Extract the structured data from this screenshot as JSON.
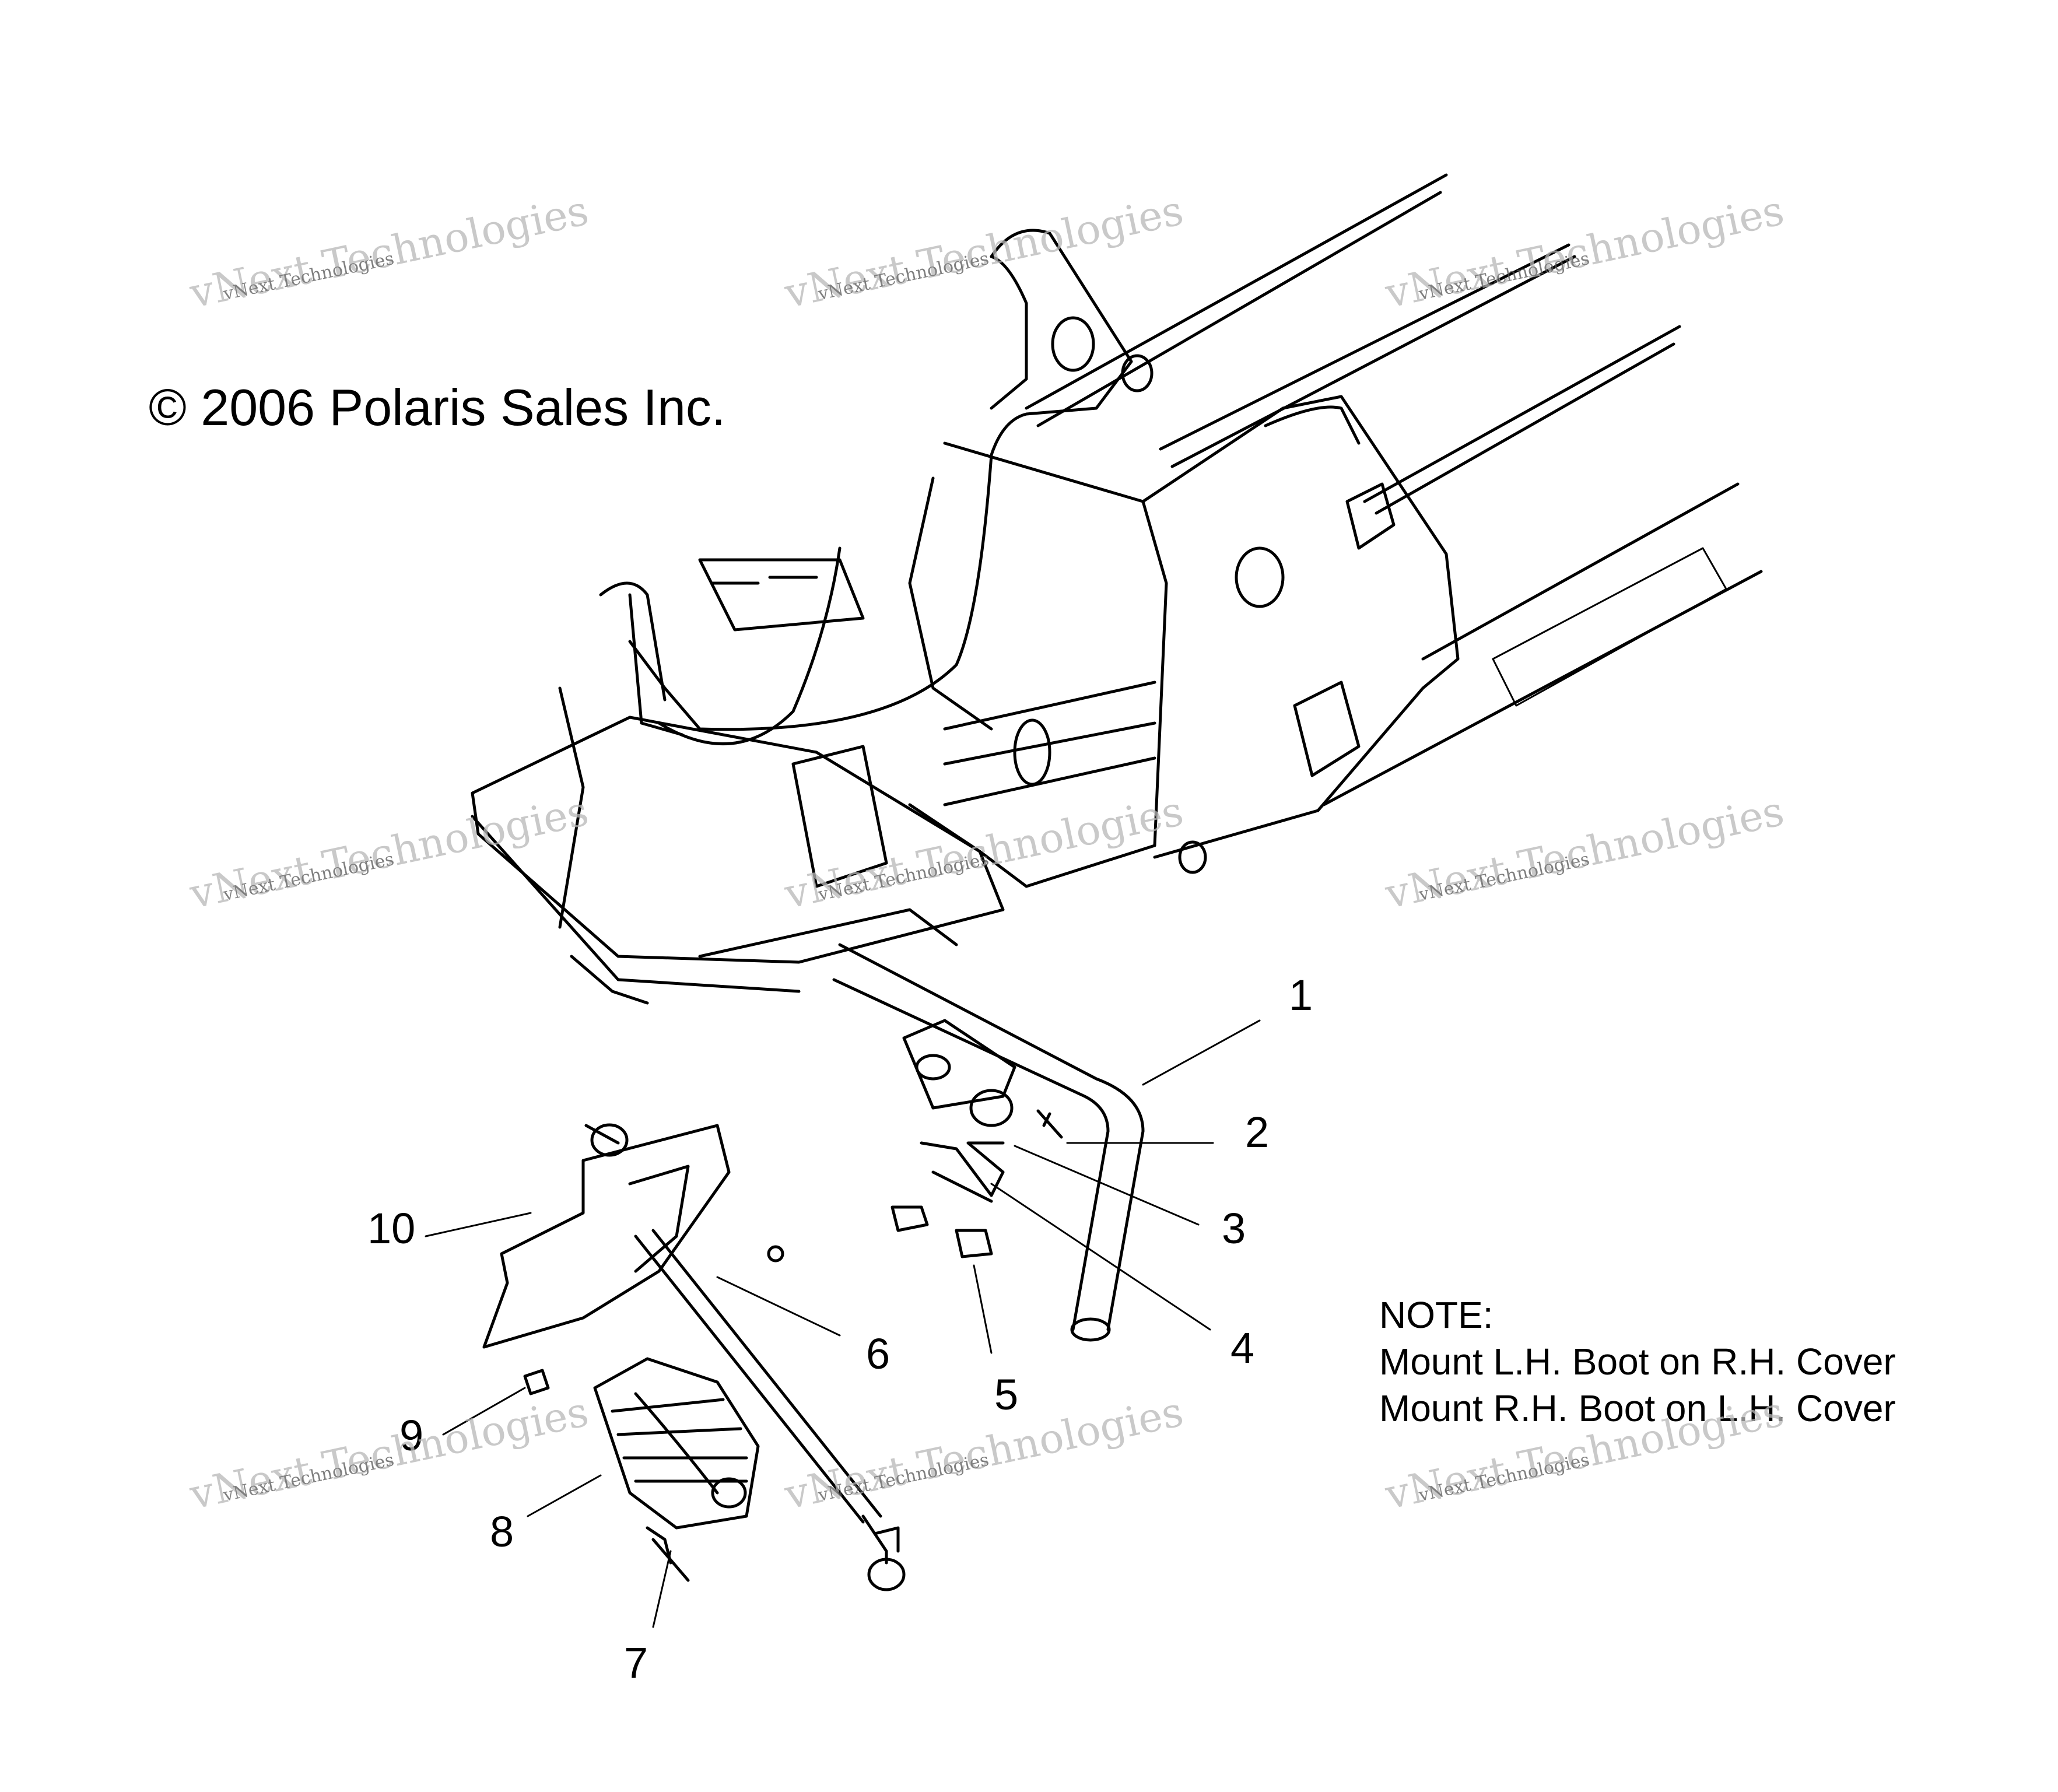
{
  "copyright": "© 2006 Polaris Sales Inc.",
  "note": {
    "heading": "NOTE:",
    "line1": "Mount L.H. Boot on R.H. Cover",
    "line2": "Mount R.H. Boot on L.H. Cover"
  },
  "callouts": [
    "1",
    "2",
    "3",
    "4",
    "5",
    "6",
    "7",
    "8",
    "9",
    "10"
  ],
  "watermark": {
    "line_big": "vNext Technologies",
    "line_small": "vNext Technologies"
  },
  "colors": {
    "line": "#000000",
    "watermark": "#b8b8b8",
    "background": "#ffffff"
  }
}
